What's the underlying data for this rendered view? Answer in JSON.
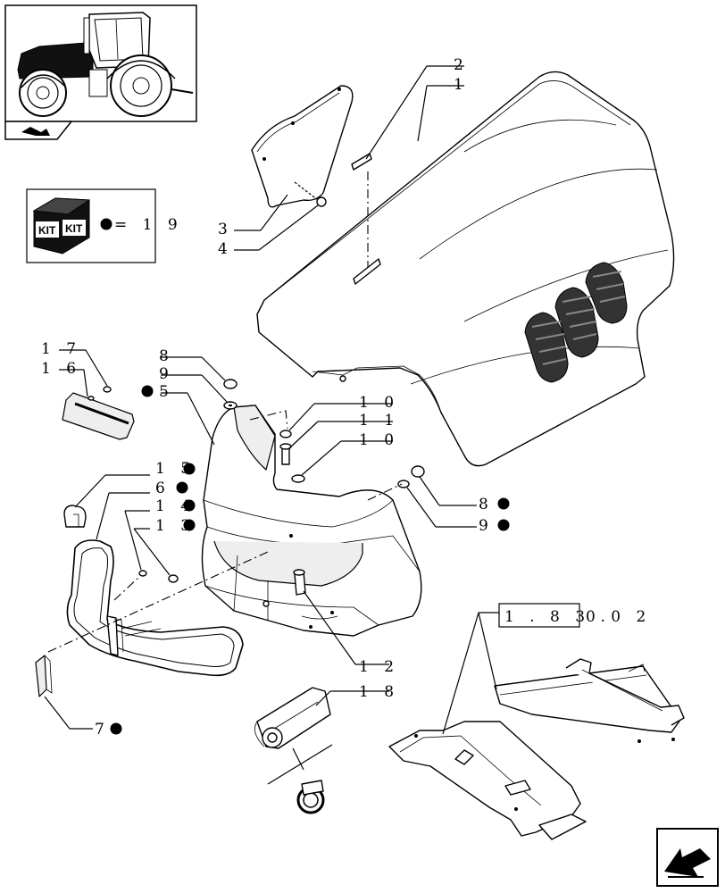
{
  "kit_label": "KIT",
  "kit_ref": "= 1 9",
  "callouts": {
    "c1": "1",
    "c2": "2",
    "c3": "3",
    "c4": "4",
    "c5": "5",
    "c6": "6",
    "c7": "7",
    "c8a": "8",
    "c8b": "8",
    "c9a": "9",
    "c9b": "9",
    "c10a": "1 0",
    "c10b": "1 0",
    "c11": "1 1",
    "c12": "1 2",
    "c13": "1 3",
    "c14": "1 4",
    "c15": "1 5",
    "c16": "1 6",
    "c17": "1 7",
    "c18": "1 8"
  },
  "reference": {
    "section_box": "1 . 8 3 .",
    "section_suffix": "0   0 2"
  },
  "markers": {
    "kit_dot": "filled-circle",
    "optional_dot": "filled-circle"
  },
  "icons": {
    "thumbnail": "tractor-thumbnail",
    "arrow_icon": "next-page-arrow-icon",
    "kit_icon": "kit-box-icon"
  },
  "colors": {
    "line": "#000000",
    "background": "#ffffff",
    "shade": "#222222"
  }
}
